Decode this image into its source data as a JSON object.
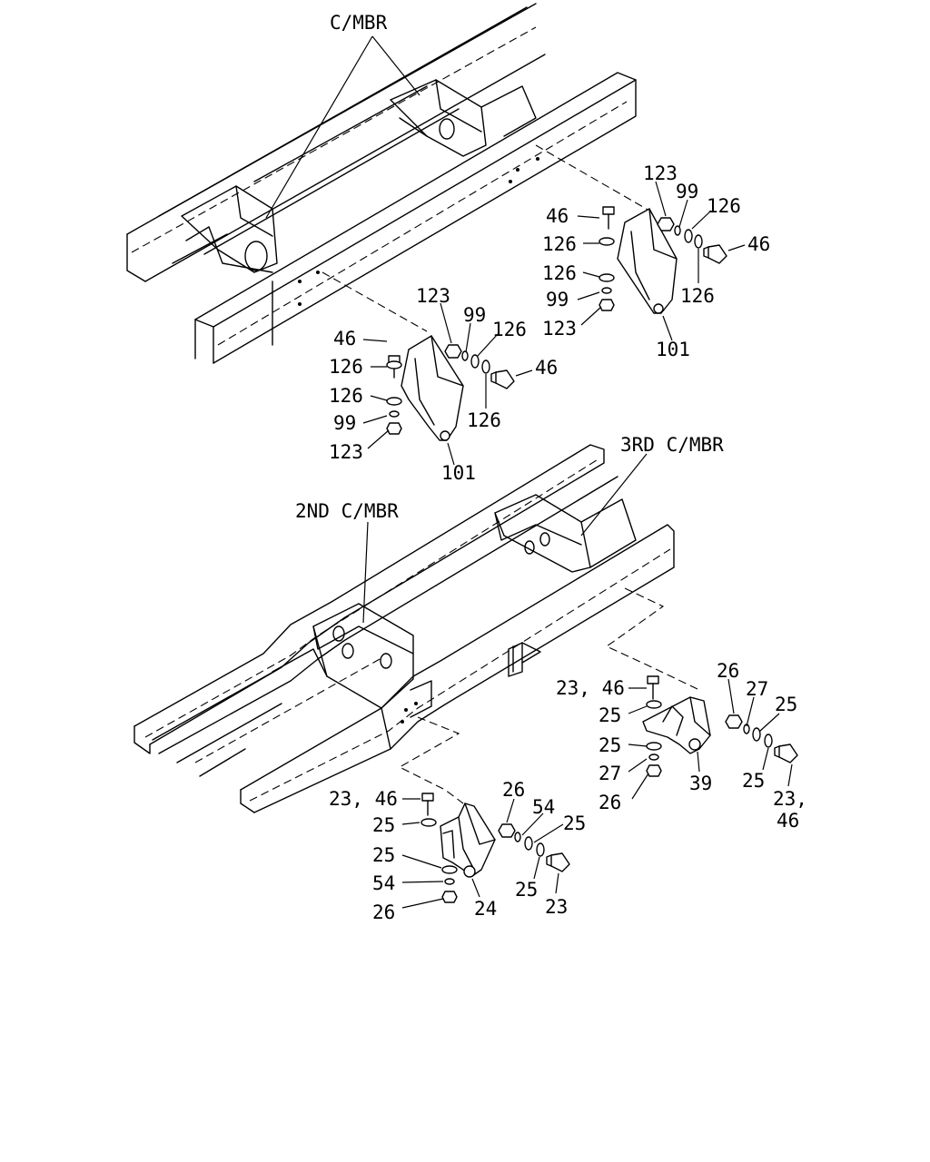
{
  "labels": {
    "cmbr": "C/MBR",
    "third_cmbr": "3RD C/MBR",
    "second_cmbr": "2ND C/MBR",
    "upper_right": {
      "nut_top": "123",
      "spring_washer_top": "99",
      "washer_top": "126",
      "bolt_top": "46",
      "washer_left_top": "126",
      "washer_left_bottom": "126",
      "spring_washer_bottom": "99",
      "nut_bottom": "123",
      "bolt_right": "46",
      "washer_right": "126",
      "bracket": "101"
    },
    "upper_left": {
      "nut_top": "123",
      "spring_washer_top": "99",
      "washer_top": "126",
      "bolt_top": "46",
      "washer_left_top": "126",
      "washer_left_bottom": "126",
      "spring_washer_bottom": "99",
      "nut_bottom": "123",
      "bolt_right": "46",
      "washer_right": "126",
      "bracket": "101"
    },
    "lower_right": {
      "bolt_top": "23, 46",
      "washer_top": "25",
      "washer_mid": "25",
      "spring_washer": "27",
      "nut_bottom": "26",
      "nut_top": "26",
      "spring_washer_right": "27",
      "washer_right": "25",
      "washer_right2": "25",
      "bolt_right_a": "23,",
      "bolt_right_b": "46",
      "bracket": "39"
    },
    "lower_left": {
      "bolt_top": "23, 46",
      "washer_top": "25",
      "washer_mid": "25",
      "spring_washer": "54",
      "nut_bottom": "26",
      "nut_top": "26",
      "spring_washer_right": "54",
      "washer_right": "25",
      "washer_right2": "25",
      "bolt_right": "23",
      "bracket": "24"
    }
  }
}
